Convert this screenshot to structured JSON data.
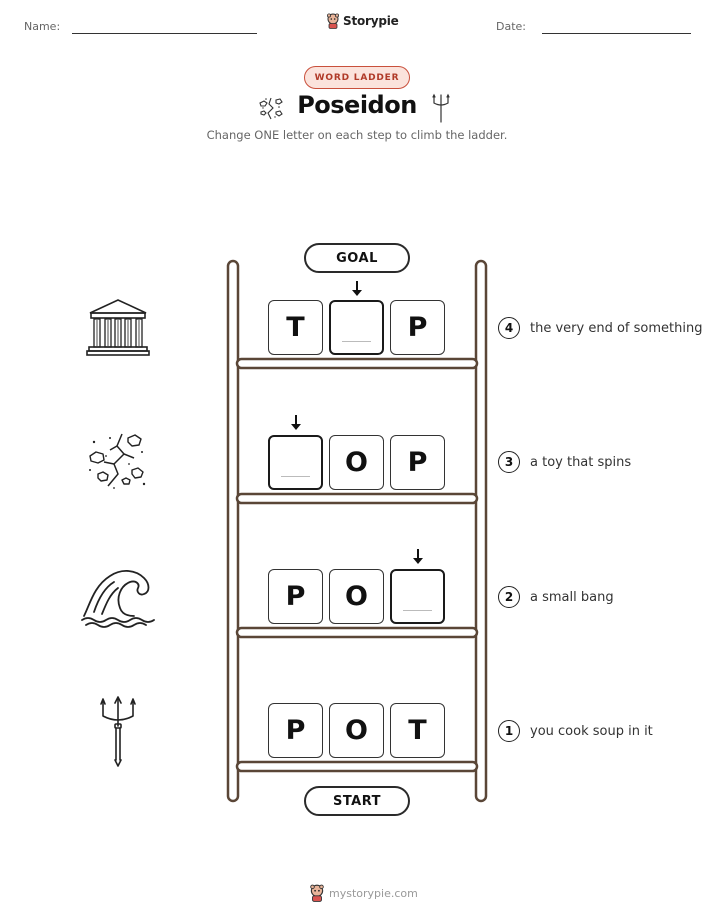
{
  "header": {
    "name_label": "Name:",
    "date_label": "Date:",
    "brand": "Storypie"
  },
  "badge": "WORD LADDER",
  "title": "Poseidon",
  "subtitle": "Change ONE letter on each step to climb the ladder.",
  "goal_label": "GOAL",
  "start_label": "START",
  "rungs": [
    {
      "letters": [
        "T",
        "",
        "P"
      ],
      "blank_index": 1,
      "clue_number": "4",
      "clue": "the very end of something",
      "picture": "greek-temple-icon"
    },
    {
      "letters": [
        "",
        "O",
        "P"
      ],
      "blank_index": 0,
      "clue_number": "3",
      "clue": "a toy that spins",
      "picture": "cracked-rocks-icon"
    },
    {
      "letters": [
        "P",
        "O",
        ""
      ],
      "blank_index": 2,
      "clue_number": "2",
      "clue": "a small bang",
      "picture": "ocean-wave-icon"
    },
    {
      "letters": [
        "P",
        "O",
        "T"
      ],
      "blank_index": -1,
      "clue_number": "1",
      "clue": "you cook soup in it",
      "picture": "trident-icon"
    }
  ],
  "footer": "mystorypie.com",
  "colors": {
    "badge_border": "#c9503c",
    "badge_fill": "#fbe3dc",
    "ladder_wood": "#5a4637"
  }
}
